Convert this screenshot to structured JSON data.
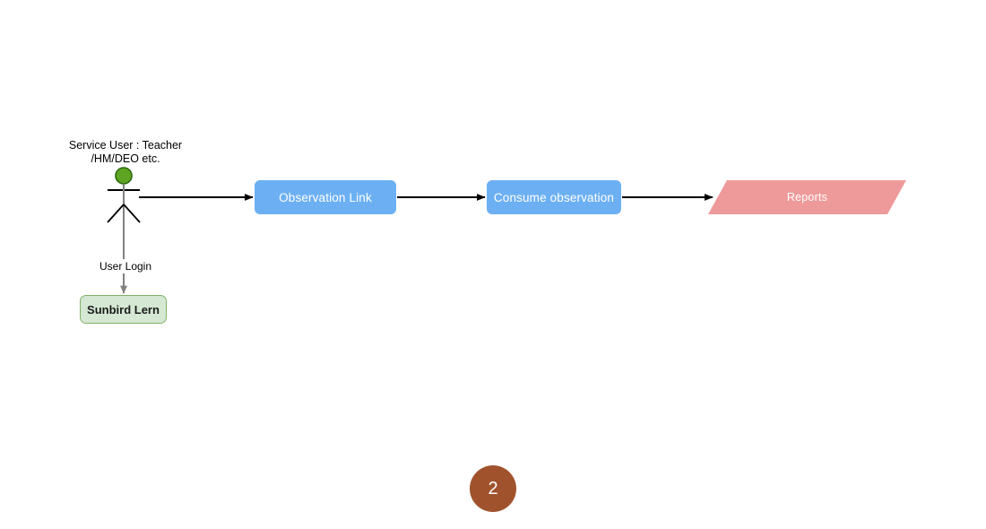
{
  "diagram": {
    "type": "flow-diagram",
    "background_color": "#ffffff",
    "actor": {
      "caption": "Service User : Teacher\n/HM/DEO etc.",
      "icon_name": "actor-stick-figure",
      "head_fill": "#5EA524",
      "head_stroke": "#2D6A0E",
      "limb_color": "#000000",
      "body_color": "#808080"
    },
    "nodes": [
      {
        "id": "observation-link",
        "label": "Observation Link",
        "shape": "rounded-rect",
        "fill": "#6CB0F3",
        "text_color": "#ffffff"
      },
      {
        "id": "consume-observation",
        "label": "Consume observation",
        "shape": "rounded-rect",
        "fill": "#6CB0F3",
        "text_color": "#ffffff"
      },
      {
        "id": "reports",
        "label": "Reports",
        "shape": "parallelogram",
        "fill": "#EE9A9A",
        "text_color": "#ffffff"
      },
      {
        "id": "sunbird-lern",
        "label": "Sunbird Lern",
        "shape": "rounded-rect",
        "fill": "#D5E8D4",
        "stroke": "#82B366",
        "text_color": "#1b1b1b"
      }
    ],
    "edges": [
      {
        "id": "actor-to-observation-link",
        "from": "actor",
        "to": "observation-link",
        "label": "",
        "color": "#000000",
        "direction": "right"
      },
      {
        "id": "observation-link-to-consume-observation",
        "from": "observation-link",
        "to": "consume-observation",
        "label": "",
        "color": "#000000",
        "direction": "right"
      },
      {
        "id": "consume-observation-to-reports",
        "from": "consume-observation",
        "to": "reports",
        "label": "",
        "color": "#000000",
        "direction": "right"
      },
      {
        "id": "actor-to-sunbird-lern",
        "from": "actor",
        "to": "sunbird-lern",
        "label": "User Login",
        "color": "#808080",
        "direction": "down"
      }
    ],
    "edge_labels": {
      "user_login": "User Login"
    }
  },
  "page_badge": {
    "number": "2",
    "fill": "#A0522D",
    "text_color": "#ffffff"
  }
}
